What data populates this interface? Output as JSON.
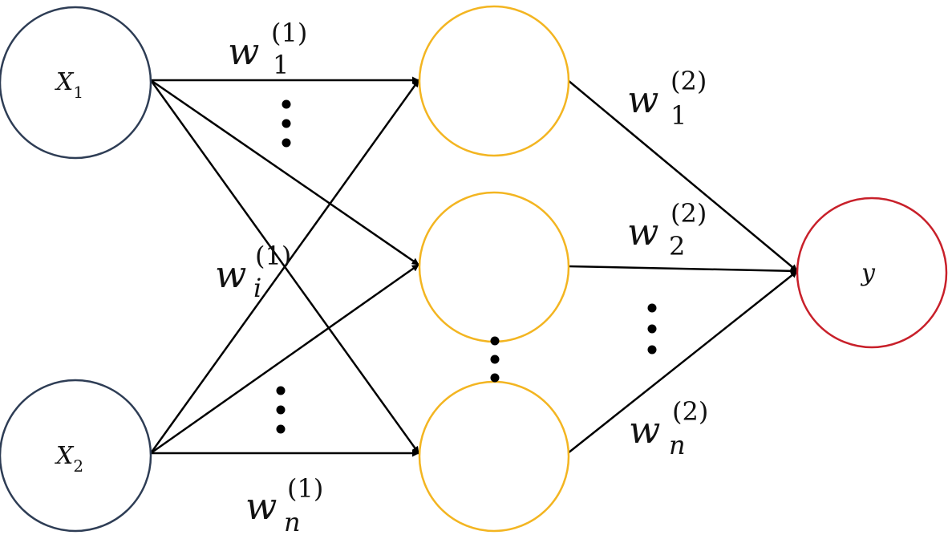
{
  "nodes": {
    "input1": {
      "label": "X",
      "sub": "1",
      "color": "#2e3d55"
    },
    "input2": {
      "label": "X",
      "sub": "2",
      "color": "#2e3d55"
    },
    "hidden_color": "#f3b521",
    "output": {
      "label": "y",
      "color": "#c8202a"
    }
  },
  "weights": {
    "w1_1": {
      "base": "w",
      "sup": "(1)",
      "sub": "1"
    },
    "wi_1": {
      "base": "w",
      "sup": "(1)",
      "sub": "i"
    },
    "wn_1": {
      "base": "w",
      "sup": "(1)",
      "sub": "n"
    },
    "w1_2": {
      "base": "w",
      "sup": "(2)",
      "sub": "1"
    },
    "w2_2": {
      "base": "w",
      "sup": "(2)",
      "sub": "2"
    },
    "wn_2": {
      "base": "w",
      "sup": "(2)",
      "sub": "n"
    }
  },
  "edge_color": "#000000"
}
